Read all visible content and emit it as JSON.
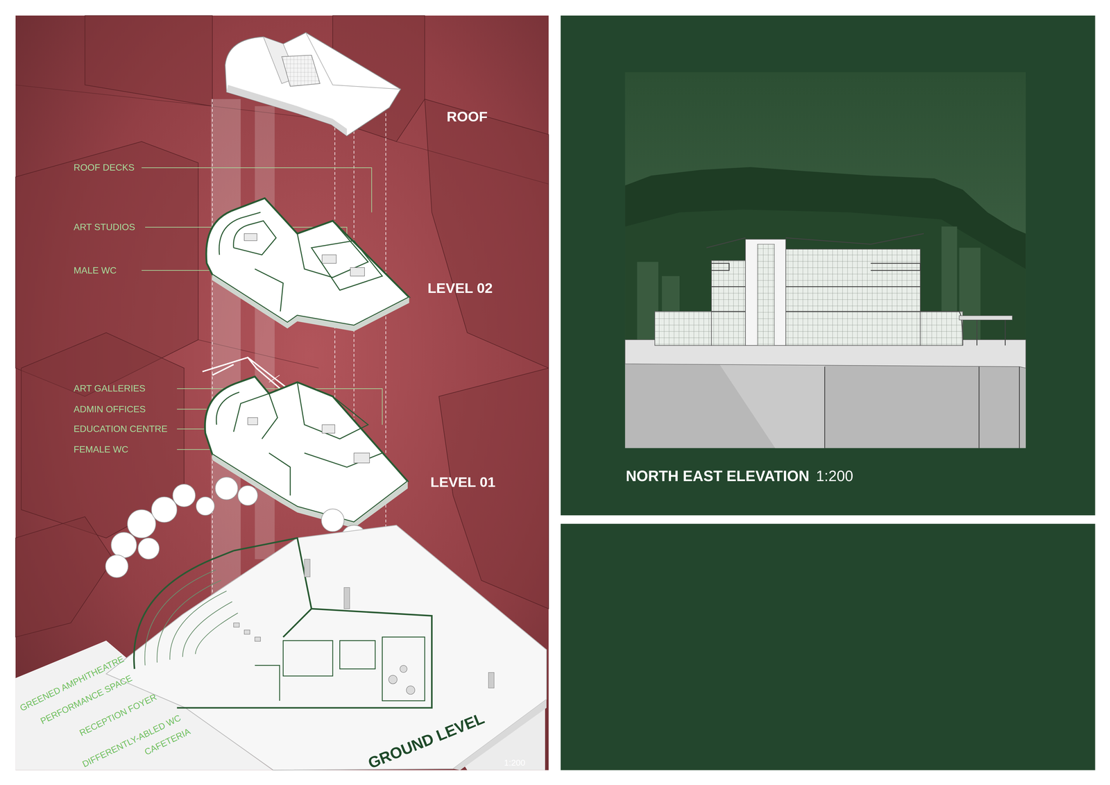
{
  "diagram": {
    "labels": [
      "ROOF",
      "ROOF DECKS",
      "ART STUDIOS",
      "MALE WC",
      "LEVEL 02",
      "ART GALLERIES",
      "ADMIN OFFICES",
      "EDUCATION CENTRE",
      "FEMALE WC",
      "LEVEL 01",
      "GREENED AMPHITHEATRE",
      "PERFORMANCE SPACE",
      "RECEPTION FOYER",
      "DIFFERENTLY-ABLED WC",
      "CAFETERIA",
      "GROUND LEVEL",
      "1:200",
      "NORTH EAST ELEVATION",
      "1:200"
    ]
  }
}
